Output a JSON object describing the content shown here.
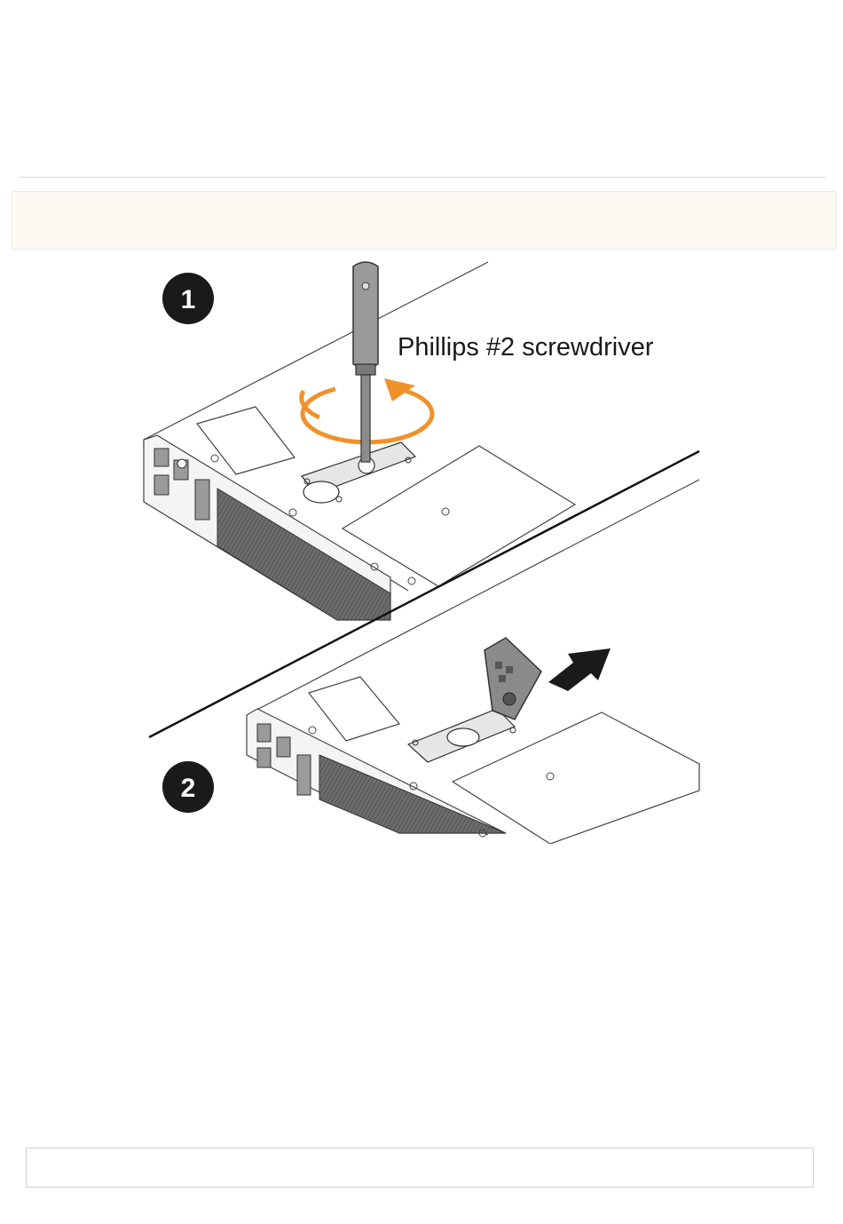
{
  "figure": {
    "steps": [
      {
        "number": "1"
      },
      {
        "number": "2"
      }
    ],
    "tool_label": "Phillips #2 screwdriver",
    "colors": {
      "rotation_arrow": "#f0922b",
      "step_badge": "#1a1a1a",
      "line_art": "#333333"
    },
    "icons": [
      "rotation-arrow-icon",
      "push-arrow-icon",
      "screwdriver-icon"
    ]
  }
}
